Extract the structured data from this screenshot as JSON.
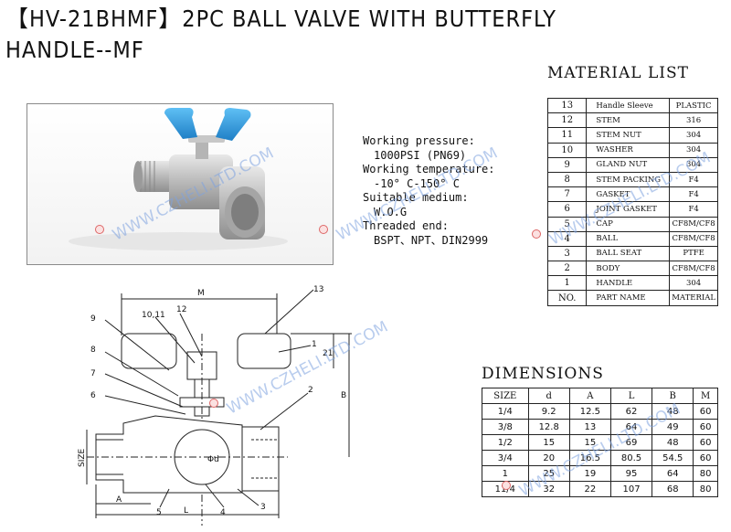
{
  "title": {
    "line1": "【HV-21BHMF】2PC BALL VALVE WITH BUTTERFLY",
    "line2": "HANDLE--MF"
  },
  "specs": {
    "working_pressure_label": "Working pressure:",
    "working_pressure_value": "1000PSI (PN69)",
    "working_temperature_label": "Working temperature:",
    "working_temperature_value": "-10° C-150° C",
    "suitable_medium_label": "Suitable medium:",
    "suitable_medium_value": "W.O.G",
    "threaded_end_label": "Threaded end:",
    "threaded_end_value": "BSPT、NPT、DIN2999"
  },
  "material_list": {
    "title": "MATERIAL LIST",
    "rows": [
      {
        "no": "13",
        "part": "Handle Sleeve",
        "material": "PLASTIC"
      },
      {
        "no": "12",
        "part": "STEM",
        "material": "316"
      },
      {
        "no": "11",
        "part": "STEM NUT",
        "material": "304"
      },
      {
        "no": "10",
        "part": "WASHER",
        "material": "304"
      },
      {
        "no": "9",
        "part": "GLAND NUT",
        "material": "304"
      },
      {
        "no": "8",
        "part": "STEM PACKING",
        "material": "F4"
      },
      {
        "no": "7",
        "part": "GASKET",
        "material": "F4"
      },
      {
        "no": "6",
        "part": "JOINT GASKET",
        "material": "F4"
      },
      {
        "no": "5",
        "part": "CAP",
        "material": "CF8M/CF8"
      },
      {
        "no": "4",
        "part": "BALL",
        "material": "CF8M/CF8"
      },
      {
        "no": "3",
        "part": "BALL SEAT",
        "material": "PTFE"
      },
      {
        "no": "2",
        "part": "BODY",
        "material": "CF8M/CF8"
      },
      {
        "no": "1",
        "part": "HANDLE",
        "material": "304"
      }
    ],
    "footer": {
      "no": "NO.",
      "part": "PART NAME",
      "material": "MATERIAL"
    }
  },
  "dimensions": {
    "title": "DIMENSIONS",
    "headers": [
      "SIZE",
      "d",
      "A",
      "L",
      "B",
      "M"
    ],
    "rows": [
      [
        "1/4",
        "9.2",
        "12.5",
        "62",
        "48",
        "60"
      ],
      [
        "3/8",
        "12.8",
        "13",
        "64",
        "49",
        "60"
      ],
      [
        "1/2",
        "15",
        "15",
        "69",
        "48",
        "60"
      ],
      [
        "3/4",
        "20",
        "16.5",
        "80.5",
        "54.5",
        "60"
      ],
      [
        "1",
        "25",
        "19",
        "95",
        "64",
        "80"
      ],
      [
        "11/4",
        "32",
        "22",
        "107",
        "68",
        "80"
      ]
    ]
  },
  "drawing_labels": {
    "m": "M",
    "n13": "13",
    "n12": "12",
    "n1011": "10,11",
    "n9": "9",
    "n1": "1",
    "n8": "8",
    "n7": "7",
    "n6": "6",
    "n2": "2",
    "n21": "21",
    "b": "B",
    "size": "SIZE",
    "d": "Φd",
    "a": "A",
    "n5": "5",
    "l": "L",
    "n4": "4",
    "n3": "3"
  },
  "watermark": "WWW.CZHELI.LTD.COM",
  "colors": {
    "handle_blue": "#2f9fe0",
    "steel": "#c9c9c9",
    "watermark": "#7fa3e0",
    "line": "#222222"
  }
}
